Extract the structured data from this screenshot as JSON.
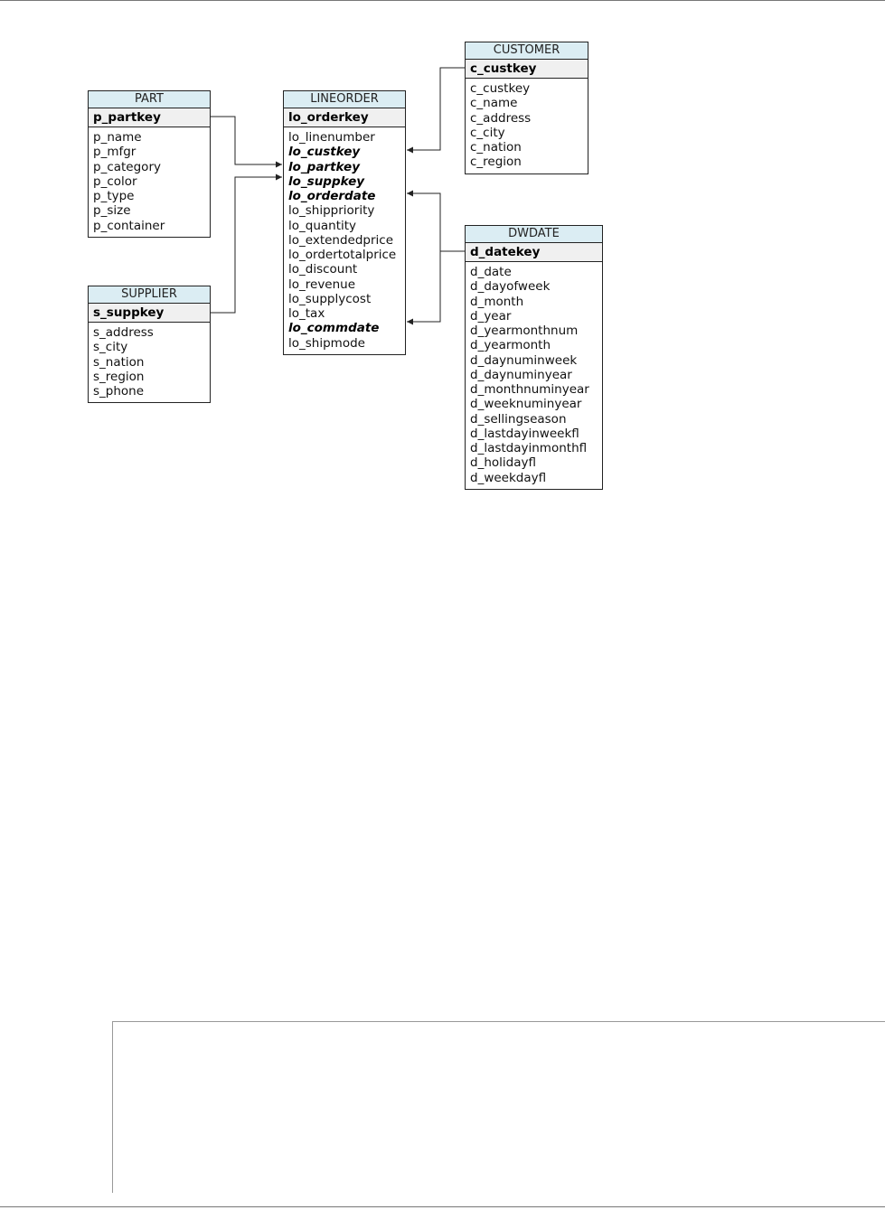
{
  "tables": {
    "part": {
      "name": "PART",
      "key": "p_partkey",
      "fields": [
        {
          "label": "p_name",
          "fk": false
        },
        {
          "label": "p_mfgr",
          "fk": false
        },
        {
          "label": "p_category",
          "fk": false
        },
        {
          "label": "p_color",
          "fk": false
        },
        {
          "label": "p_type",
          "fk": false
        },
        {
          "label": "p_size",
          "fk": false
        },
        {
          "label": "p_container",
          "fk": false
        }
      ]
    },
    "supplier": {
      "name": "SUPPLIER",
      "key": "s_suppkey",
      "fields": [
        {
          "label": "s_address",
          "fk": false
        },
        {
          "label": "s_city",
          "fk": false
        },
        {
          "label": "s_nation",
          "fk": false
        },
        {
          "label": "s_region",
          "fk": false
        },
        {
          "label": "s_phone",
          "fk": false
        }
      ]
    },
    "lineorder": {
      "name": "LINEORDER",
      "key": "lo_orderkey",
      "fields": [
        {
          "label": "lo_linenumber",
          "fk": false
        },
        {
          "label": "lo_custkey",
          "fk": true
        },
        {
          "label": "lo_partkey",
          "fk": true
        },
        {
          "label": "lo_suppkey",
          "fk": true
        },
        {
          "label": "lo_orderdate",
          "fk": true
        },
        {
          "label": "lo_shippriority",
          "fk": false
        },
        {
          "label": "lo_quantity",
          "fk": false
        },
        {
          "label": "lo_extendedprice",
          "fk": false
        },
        {
          "label": "lo_ordertotalprice",
          "fk": false
        },
        {
          "label": "lo_discount",
          "fk": false
        },
        {
          "label": "lo_revenue",
          "fk": false
        },
        {
          "label": "lo_supplycost",
          "fk": false
        },
        {
          "label": "lo_tax",
          "fk": false
        },
        {
          "label": "lo_commdate",
          "fk": true
        },
        {
          "label": "lo_shipmode",
          "fk": false
        }
      ]
    },
    "customer": {
      "name": "CUSTOMER",
      "key": "c_custkey",
      "fields": [
        {
          "label": "c_custkey",
          "fk": false
        },
        {
          "label": "c_name",
          "fk": false
        },
        {
          "label": "c_address",
          "fk": false
        },
        {
          "label": "c_city",
          "fk": false
        },
        {
          "label": "c_nation",
          "fk": false
        },
        {
          "label": "c_region",
          "fk": false
        }
      ]
    },
    "dwdate": {
      "name": "DWDATE",
      "key": "d_datekey",
      "fields": [
        {
          "label": "d_date",
          "fk": false
        },
        {
          "label": "d_dayofweek",
          "fk": false
        },
        {
          "label": "d_month",
          "fk": false
        },
        {
          "label": "d_year",
          "fk": false
        },
        {
          "label": "d_yearmonthnum",
          "fk": false
        },
        {
          "label": "d_yearmonth",
          "fk": false
        },
        {
          "label": "d_daynuminweek",
          "fk": false
        },
        {
          "label": "d_daynuminyear",
          "fk": false
        },
        {
          "label": "d_monthnuminyear",
          "fk": false
        },
        {
          "label": "d_weeknuminyear",
          "fk": false
        },
        {
          "label": "d_sellingseason",
          "fk": false
        },
        {
          "label": "d_lastdayinweekfl",
          "fk": false
        },
        {
          "label": "d_lastdayinmonthfl",
          "fk": false
        },
        {
          "label": "d_holidayfl",
          "fk": false
        },
        {
          "label": "d_weekdayfl",
          "fk": false
        }
      ]
    }
  },
  "relationships": [
    {
      "from": "part",
      "to_field": "lo_partkey"
    },
    {
      "from": "supplier",
      "to_field": "lo_suppkey"
    },
    {
      "from": "customer",
      "to_field": "lo_custkey"
    },
    {
      "from": "dwdate",
      "to_field": "lo_orderdate"
    },
    {
      "from": "dwdate",
      "to_field": "lo_commdate"
    }
  ],
  "colors": {
    "title_background": "#dbedf3",
    "key_background": "#f0f0f0",
    "border": "#222222",
    "connector": "#222222"
  }
}
